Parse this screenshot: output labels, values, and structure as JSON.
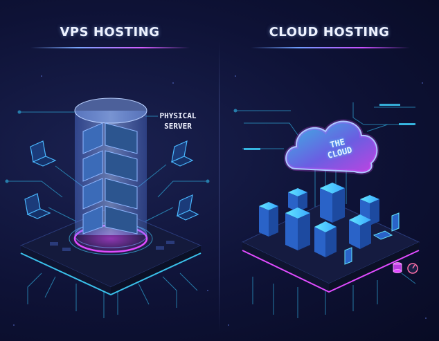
{
  "panels": {
    "vps": {
      "title": "VPS HOSTING",
      "server_label_line1": "PHYSICAL",
      "server_label_line2": "SERVER"
    },
    "cloud": {
      "title": "CLOUD HOSTING",
      "cloud_label_line1": "THE",
      "cloud_label_line2": "CLOUD"
    }
  },
  "colors": {
    "background": "#0c1030",
    "cyan": "#3fd4ff",
    "magenta": "#e04bff",
    "blue": "#4a7bff",
    "platform": "#1a2045"
  },
  "icons": [
    "laptop-icon",
    "server-rack-icon",
    "cloud-icon",
    "database-icon",
    "gauge-icon",
    "mobile-device-icon"
  ]
}
